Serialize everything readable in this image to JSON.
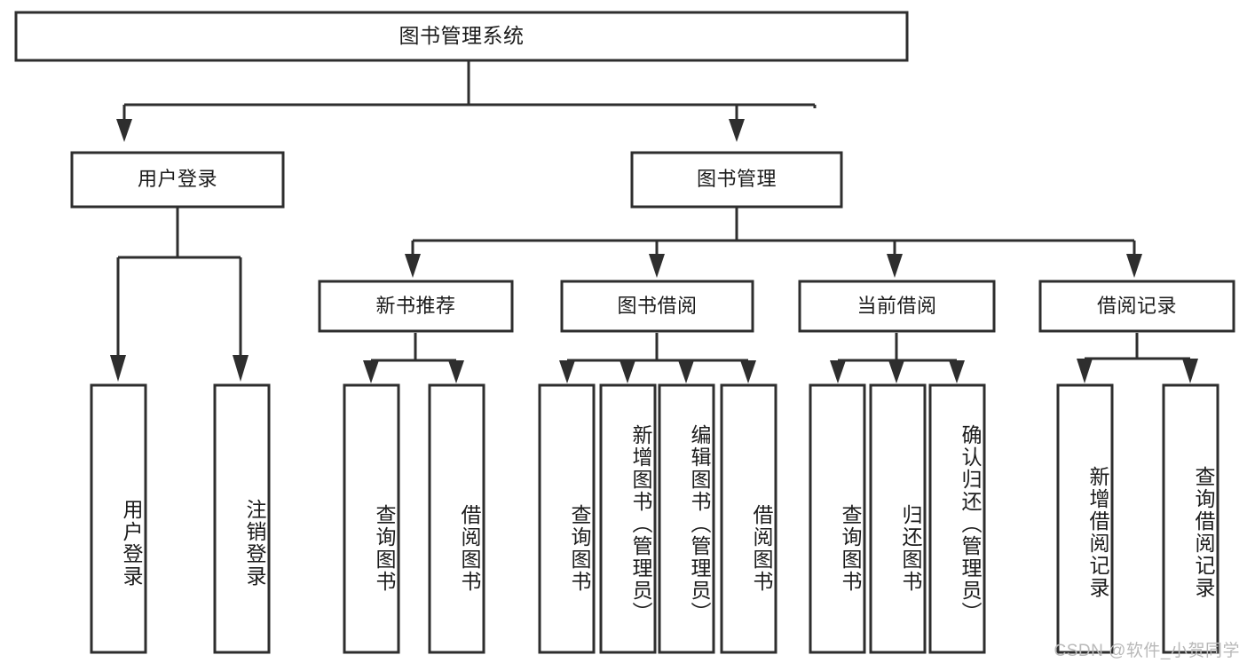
{
  "diagram": {
    "title": "图书管理系统",
    "type": "tree",
    "orientation": "top-down",
    "colors": {
      "background": "#ffffff",
      "box_fill": "#ffffff",
      "box_stroke": "#2e2e2e",
      "text": "#1b1b1b",
      "watermark": "#b9b9b9"
    },
    "root": {
      "label": "图书管理系统"
    },
    "level1": [
      {
        "label": "用户登录"
      },
      {
        "label": "图书管理"
      }
    ],
    "level2": [
      {
        "label": "新书推荐"
      },
      {
        "label": "图书借阅"
      },
      {
        "label": "当前借阅"
      },
      {
        "label": "借阅记录"
      }
    ],
    "leaves": {
      "user_login": [
        {
          "label": "用户登录"
        },
        {
          "label": "注销登录"
        }
      ],
      "new_book_recommend": [
        {
          "label": "查询图书"
        },
        {
          "label": "借阅图书"
        }
      ],
      "book_borrow": [
        {
          "label": "查询图书"
        },
        {
          "label": "新增图书（管理员）"
        },
        {
          "label": "编辑图书（管理员）"
        },
        {
          "label": "借阅图书"
        }
      ],
      "current_borrow": [
        {
          "label": "查询图书"
        },
        {
          "label": "归还图书"
        },
        {
          "label": "确认归还（管理员）"
        }
      ],
      "borrow_record": [
        {
          "label": "新增借阅记录"
        },
        {
          "label": "查询借阅记录"
        }
      ]
    },
    "watermark": "CSDN @软件_小贺同学"
  }
}
